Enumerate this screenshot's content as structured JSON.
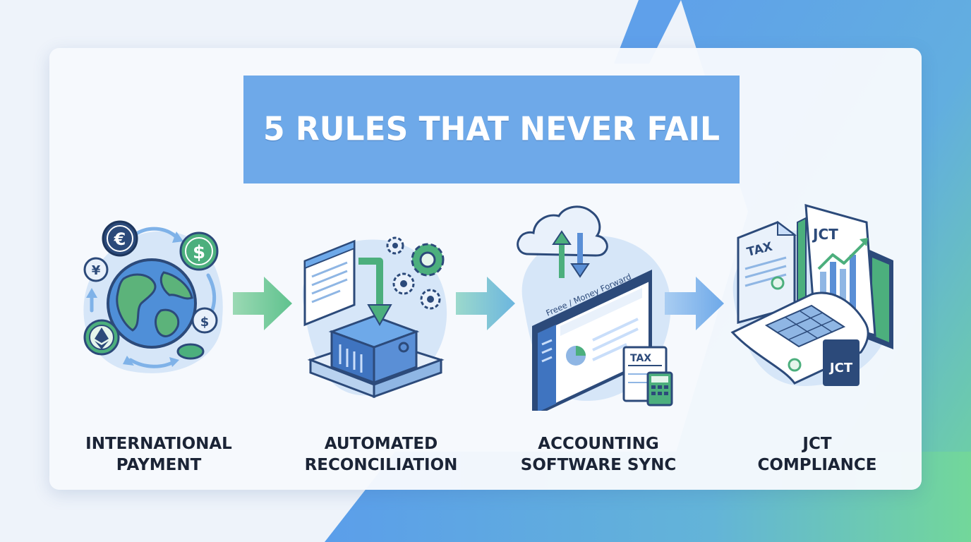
{
  "title": "5 RULES THAT NEVER FAIL",
  "steps": [
    {
      "line1": "INTERNATIONAL",
      "line2": "PAYMENT",
      "icons": [
        "euro-coin-icon",
        "dollar-coin-icon",
        "yen-coin-icon",
        "ethereum-coin-icon",
        "globe-icon"
      ]
    },
    {
      "line1": "AUTOMATED",
      "line2": "RECONCILIATION",
      "icons": [
        "document-icon",
        "gear-icon",
        "server-box-icon"
      ]
    },
    {
      "line1": "ACCOUNTING",
      "line2": "SOFTWARE SYNC",
      "icons": [
        "cloud-sync-icon",
        "browser-window-icon",
        "calculator-icon"
      ],
      "browser_text": "Freee / Money Forward",
      "tax_card": "TAX"
    },
    {
      "line1": "JCT",
      "line2": "COMPLIANCE",
      "icons": [
        "tax-document-icon",
        "report-chart-icon",
        "spreadsheet-icon"
      ],
      "tax_doc": "TAX",
      "report_label": "JCT",
      "badge": "JCT"
    }
  ],
  "colors": {
    "accent_blue": "#6ea9e9",
    "navy": "#2c4a7a",
    "green": "#4caf7d",
    "label_text": "#1b2436"
  }
}
